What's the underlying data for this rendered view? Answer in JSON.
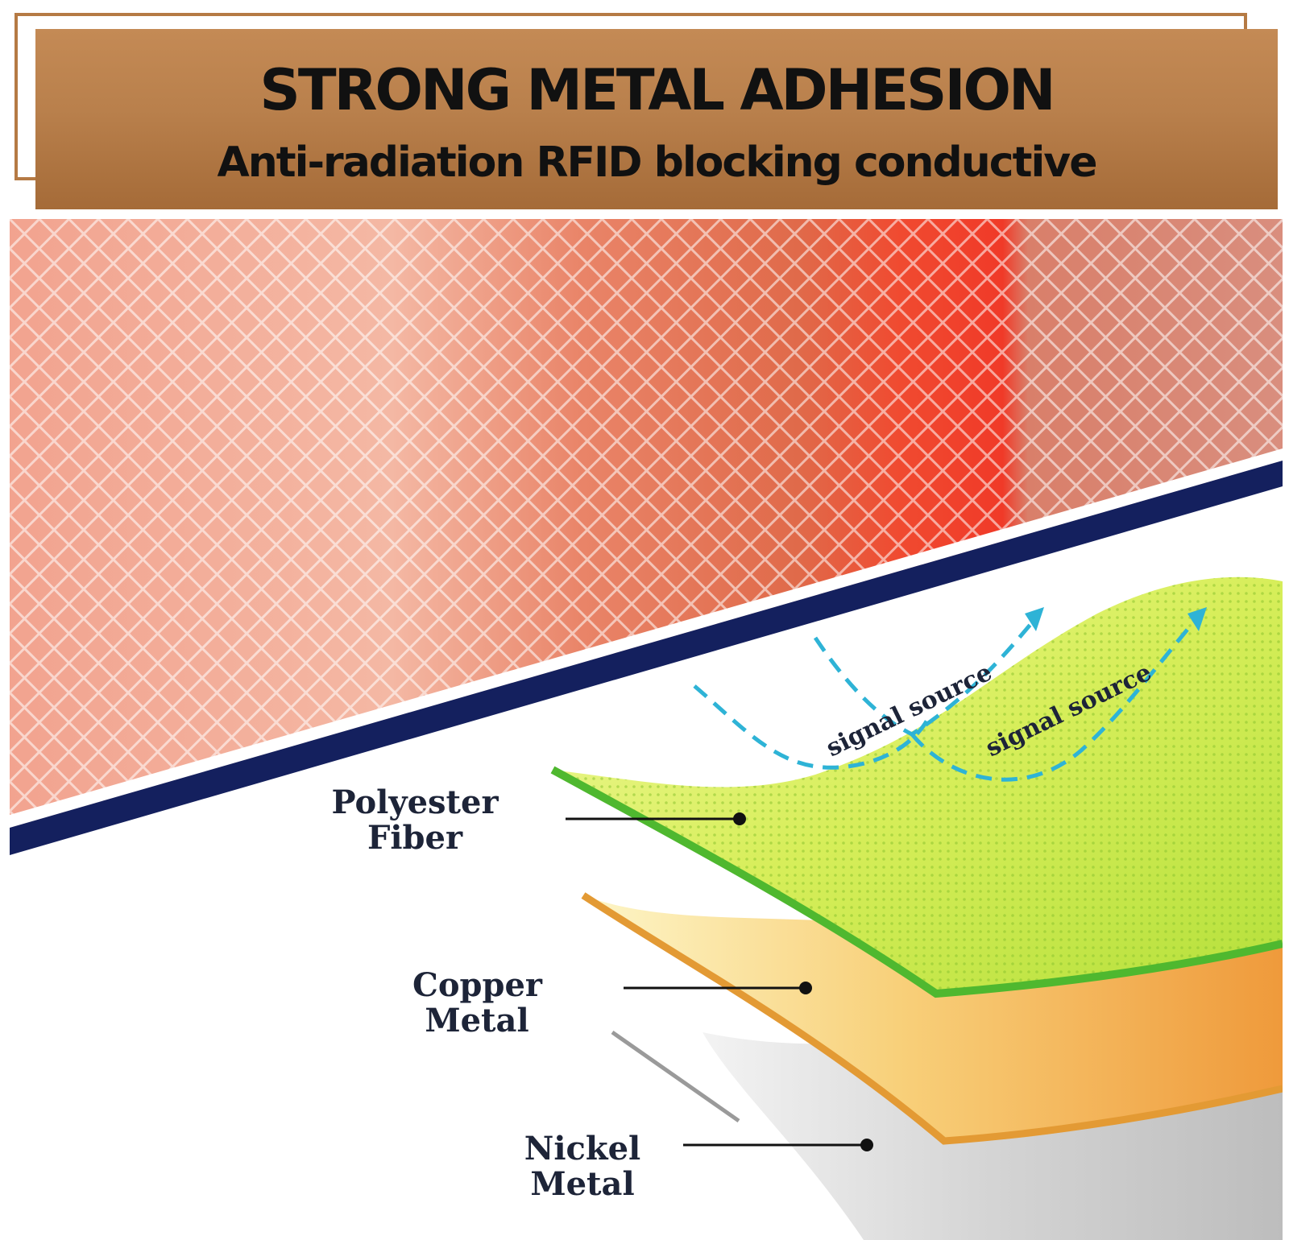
{
  "banner": {
    "title": "STRONG METAL ADHESION",
    "subtitle": "Anti-radiation RFID blocking conductive"
  },
  "diagram": {
    "layers": [
      {
        "line1": "Polyester",
        "line2": "Fiber",
        "color": "#9fd63a"
      },
      {
        "line1": "Copper",
        "line2": "Metal",
        "color": "#f0a640"
      },
      {
        "line1": "Nickel",
        "line2": "Metal",
        "color": "#c9c9c9"
      }
    ],
    "signal_label": "signal source",
    "signal_color": "#2eb3d6"
  },
  "colors": {
    "banner": "#b9804c",
    "copper_fabric": "#e77c5e",
    "divider": "#14205e"
  }
}
